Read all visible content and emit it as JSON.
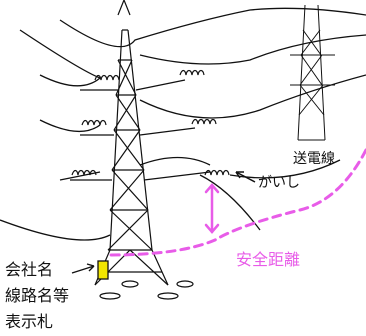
{
  "labels": {
    "power_line": "送電線",
    "insulator": "がいし",
    "safety_distance": "安全距離",
    "sign_line1": "会社名",
    "sign_line2": "線路名等",
    "sign_line3": "表示札"
  },
  "colors": {
    "line_art": "#111111",
    "safety_highlight": "#e85ce8",
    "sign_fill": "#f2e600",
    "background": "#ffffff"
  }
}
